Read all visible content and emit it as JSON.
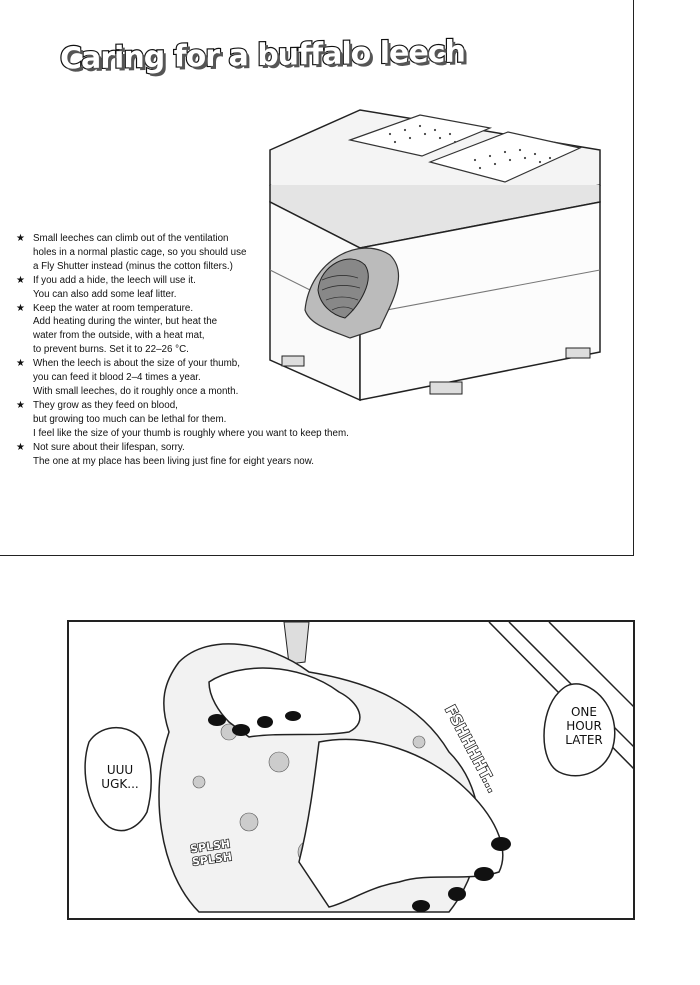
{
  "title": "Caring for a buffalo leech",
  "icons": {
    "bullet": "star-icon",
    "illustration": "plastic-cage-with-leech"
  },
  "tips": [
    [
      "Small leeches can climb out of the ventilation",
      "holes in a normal plastic cage, so you should use",
      "a Fly Shutter instead (minus the cotton filters.)"
    ],
    [
      "If you add a hide, the leech will use it.",
      "You can also add some leaf litter."
    ],
    [
      "Keep the water at room temperature.",
      "Add heating during the winter, but heat the",
      "water from the outside, with a heat mat,",
      "to prevent burns. Set it to 22–26 °C."
    ],
    [
      "When the leech is about the size of your thumb,",
      "you can feed it blood 2–4 times a year.",
      "With small leeches, do it roughly once a month."
    ],
    [
      "They grow as they feed on blood,",
      "but growing too much can be lethal for them.",
      "I feel like the size of your thumb is roughly where you want to keep them."
    ],
    [
      "Not sure about their lifespan, sorry.",
      "The one at my place has been living just fine for eight years now."
    ]
  ],
  "bullet_char": "★",
  "manga": {
    "speech_left": [
      "UUU",
      "UGK..."
    ],
    "sfx_splash": [
      "SPLSH",
      "SPLSH"
    ],
    "sfx_water": "FSHHHHT...",
    "caption": [
      "ONE",
      "HOUR",
      "LATER"
    ]
  }
}
